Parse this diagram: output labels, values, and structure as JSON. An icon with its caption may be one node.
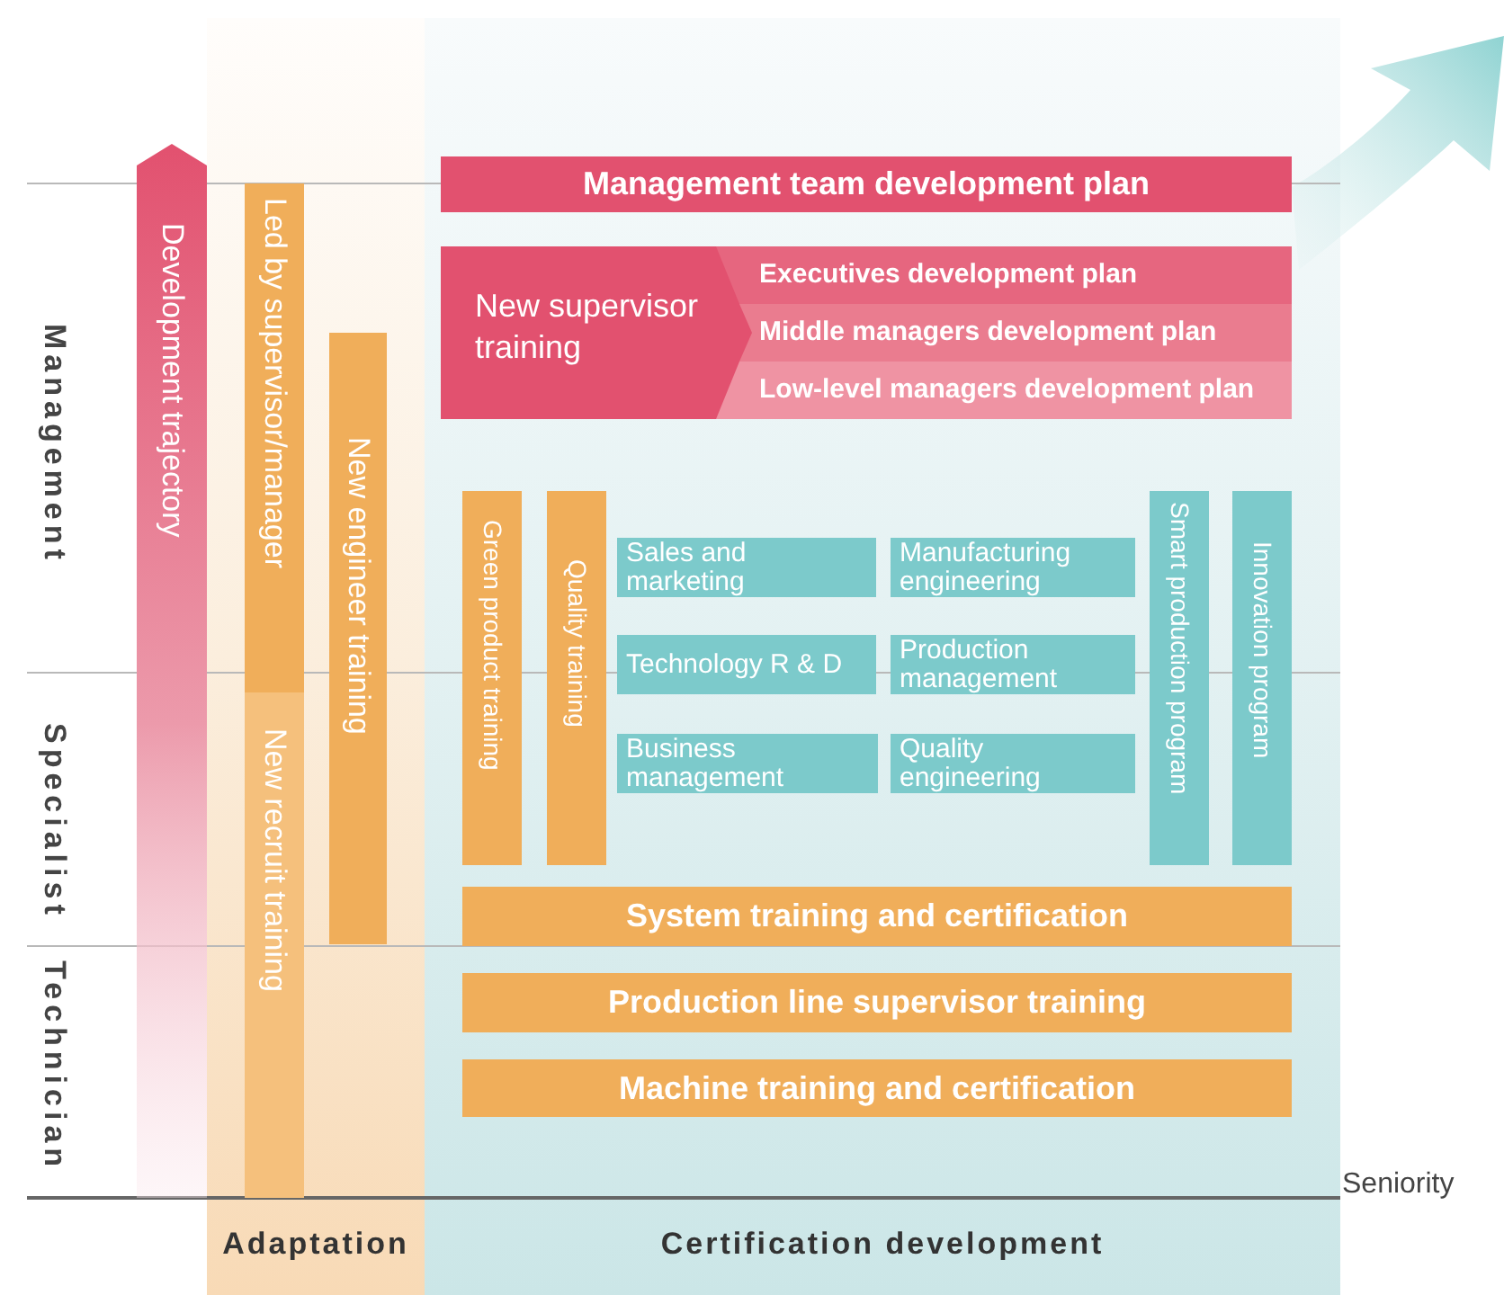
{
  "diagram": {
    "nodes": [
      {
        "text": [
          "Development trajectory"
        ]
      },
      {
        "text": [
          "Adaptation"
        ]
      },
      {
        "text": [
          "Led by supervisor/manager"
        ],
        "in": 1
      },
      {
        "text": [
          "New recruit training"
        ],
        "in": 1
      },
      {
        "text": [
          "New engineer training"
        ],
        "in": 1
      },
      {
        "text": [
          "Certification development"
        ]
      },
      {
        "text": [
          "Management team development plan"
        ],
        "in": 5
      },
      {
        "text": [
          "New supervisor training"
        ],
        "in": 5
      },
      {
        "text": [
          "Executives development plan"
        ],
        "in": 7
      },
      {
        "text": [
          "Middle managers development plan"
        ],
        "in": 7
      },
      {
        "text": [
          "Low-level managers development plan"
        ],
        "in": 7
      },
      {
        "text": [
          "Green product training"
        ],
        "in": 5
      },
      {
        "text": [
          "Quality training"
        ],
        "in": 5
      },
      {
        "text": [
          "Sales and marketing"
        ],
        "in": 5
      },
      {
        "text": [
          "Manufacturing engineering"
        ],
        "in": 5
      },
      {
        "text": [
          "Technology R & D"
        ],
        "in": 5
      },
      {
        "text": [
          "Production management"
        ],
        "in": 5
      },
      {
        "text": [
          "Business management"
        ],
        "in": 5
      },
      {
        "text": [
          "Quality engineering"
        ],
        "in": 5
      },
      {
        "text": [
          "Smart production program"
        ],
        "in": 5
      },
      {
        "text": [
          "Innovation program"
        ],
        "in": 5
      },
      {
        "text": [
          "System training and certification"
        ],
        "in": 5
      },
      {
        "text": [
          "Production line supervisor training"
        ],
        "in": 5
      },
      {
        "text": [
          "Machine training and certification"
        ],
        "in": 5
      }
    ],
    "edges": [],
    "labels": [
      "Management",
      "Specialist",
      "Technician",
      "Seniority"
    ]
  }
}
